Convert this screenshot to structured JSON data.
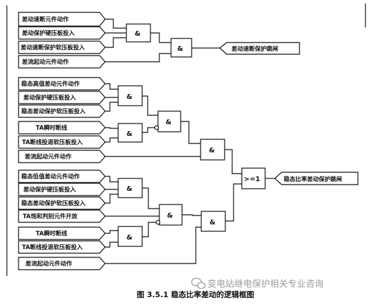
{
  "inputs": [
    "差动速断元件动作",
    "差动保护硬压板投入",
    "差动速断保护软压板投入",
    "差流起动元件动作",
    "稳态高值差动元件动作",
    "差动保护硬压板投入",
    "稳态差动保护软压板投入",
    "TA瞬时断线",
    "TA断线投退软压板投入",
    "差流起动元件动作",
    "稳态低值差动元件动作",
    "差动保护硬压板投入",
    "稳态差动保护软压板投入",
    "TA饱和判别元件开放",
    "TA瞬时断线",
    "TA断线投退软压板投入",
    "差流起动元件动作"
  ],
  "gates": {
    "and_symbol": "&",
    "or_symbol": ">=1"
  },
  "outputs": [
    "差动速断保护跳闸",
    "稳态比率差动保护跳闸"
  ],
  "caption": "图 3.5.1  稳态比率差动的逻辑框图",
  "watermark": "变电站继电保护相关专业咨询"
}
